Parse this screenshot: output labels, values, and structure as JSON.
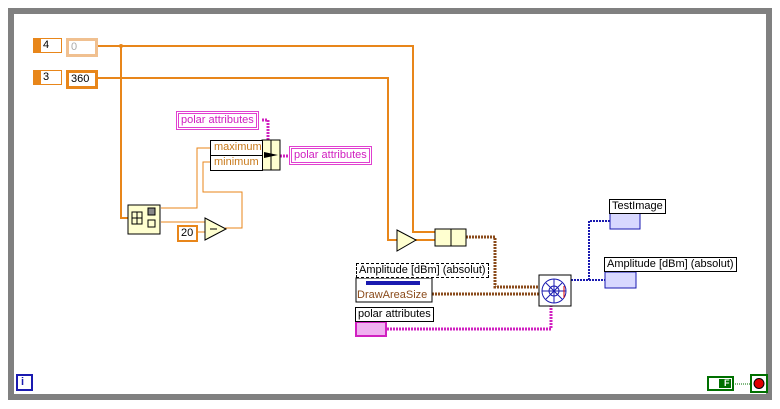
{
  "constants": {
    "c4": "4",
    "c0": "0",
    "c3": "3",
    "c360": "360",
    "c20": "20"
  },
  "polar_attr_in": "polar attributes",
  "polar_attr_out": "polar attributes",
  "unbundle": {
    "maximum": "maximum",
    "minimum": "minimum"
  },
  "amplitude_control": {
    "label": "Amplitude [dBm] (absolut)",
    "property": "DrawAreaSize"
  },
  "polar_attr_terminal": "polar attributes",
  "indicators": {
    "test_image": "TestImage",
    "amplitude": "Amplitude [dBm] (absolut)"
  },
  "iteration_terminal": "i",
  "stop_constant": "F",
  "colors": {
    "numeric": "#e8861a",
    "cluster": "#d020c0",
    "picture": "#1a1ab0",
    "refnum": "#8a4a1a",
    "boolean": "#007000",
    "frame": "#808080"
  }
}
